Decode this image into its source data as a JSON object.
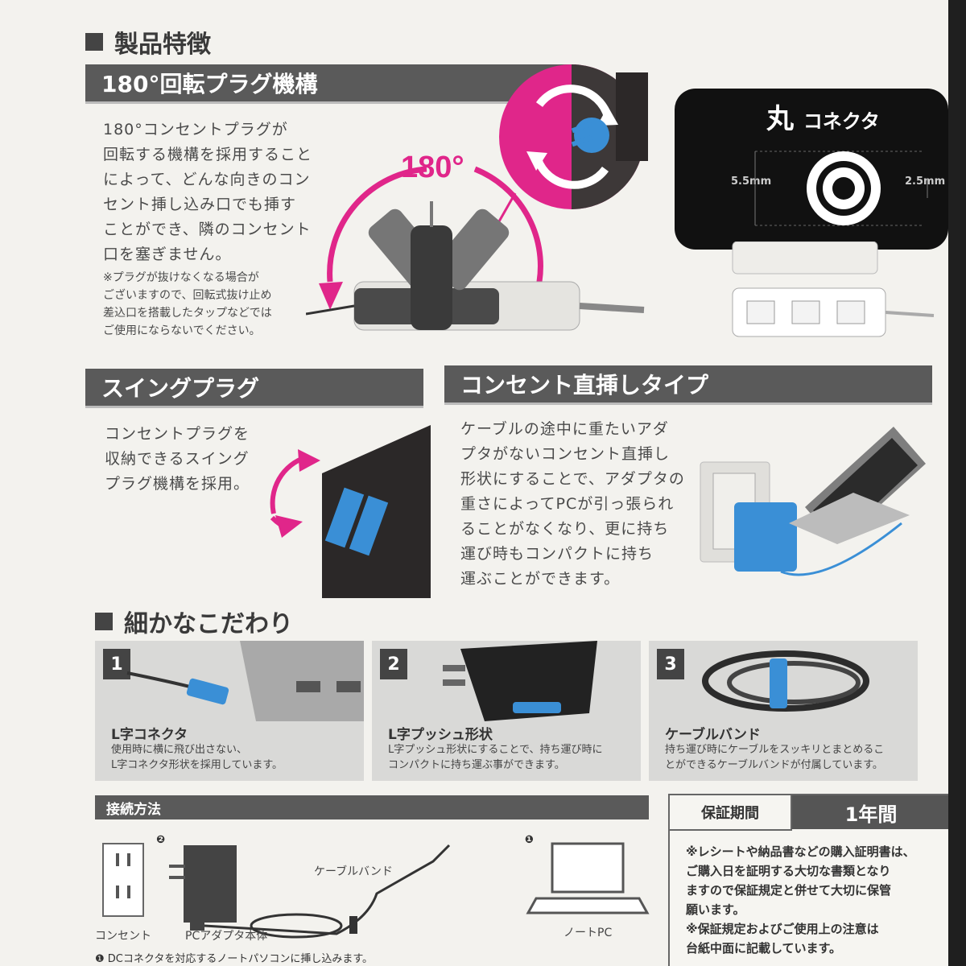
{
  "sections": {
    "features_title": "製品特徴",
    "details_title": "細かなこだわり"
  },
  "rotate": {
    "heading": "180°回転プラグ機構",
    "angle_label": "180°",
    "body_lines": [
      "180°コンセントプラグが",
      "回転する機構を採用すること",
      "によって、どんな向きのコン",
      "セント挿し込み口でも挿す",
      "ことができ、隣のコンセント",
      "口を塞ぎません。"
    ],
    "note_lines": [
      "※プラグが抜けなくなる場合が",
      "ございますので、回転式抜け止め",
      "差込口を搭載したタップなどでは",
      "ご使用にならないでください。"
    ]
  },
  "connector": {
    "title_kanji": "丸",
    "title_rest": "コネクタ",
    "outer_dim": "5.5mm",
    "inner_dim": "2.5mm"
  },
  "swing": {
    "heading": "スイングプラグ",
    "body_lines": [
      "コンセントプラグを",
      "収納できるスイング",
      "プラグ機構を採用。"
    ]
  },
  "direct": {
    "heading": "コンセント直挿しタイプ",
    "body_lines": [
      "ケーブルの途中に重たいアダ",
      "プタがないコンセント直挿し",
      "形状にすることで、アダプタの",
      "重さによってPCが引っ張られ",
      "ることがなくなり、更に持ち",
      "運び時もコンパクトに持ち",
      "運ぶことができます。"
    ]
  },
  "panels": [
    {
      "num": "1",
      "title": "L字コネクタ",
      "desc_lines": [
        "使用時に横に飛び出さない、",
        "L字コネクタ形状を採用しています。"
      ]
    },
    {
      "num": "2",
      "title": "L字プッシュ形状",
      "desc_lines": [
        "L字プッシュ形状にすることで、持ち運び時に",
        "コンパクトに持ち運ぶ事ができます。"
      ]
    },
    {
      "num": "3",
      "title": "ケーブルバンド",
      "desc_lines": [
        "持ち運び時にケーブルをスッキリとまとめるこ",
        "とができるケーブルバンドが付属しています。"
      ]
    }
  ],
  "connection": {
    "heading": "接続方法",
    "outlet_label": "コンセント",
    "adapter_label": "PCアダプタ本体",
    "band_label": "ケーブルバンド",
    "pc_label": "ノートPC",
    "step2": "❷",
    "step1": "❶",
    "footnote": "❶ DCコネクタを対応するノートパソコンに挿し込みます。"
  },
  "warranty": {
    "label": "保証期間",
    "value": "1年間",
    "lines": [
      "※レシートや納品書などの購入証明書は、",
      "ご購入日を証明する大切な書類となり",
      "ますので保証規定と併せて大切に保管",
      "願います。",
      "※保証規定およびご使用上の注意は",
      "台紙中面に記載しています。"
    ]
  },
  "colors": {
    "accent_pink": "#e0268a",
    "plug_blue": "#3a8fd6",
    "band_gray": "#5a5a5a"
  }
}
